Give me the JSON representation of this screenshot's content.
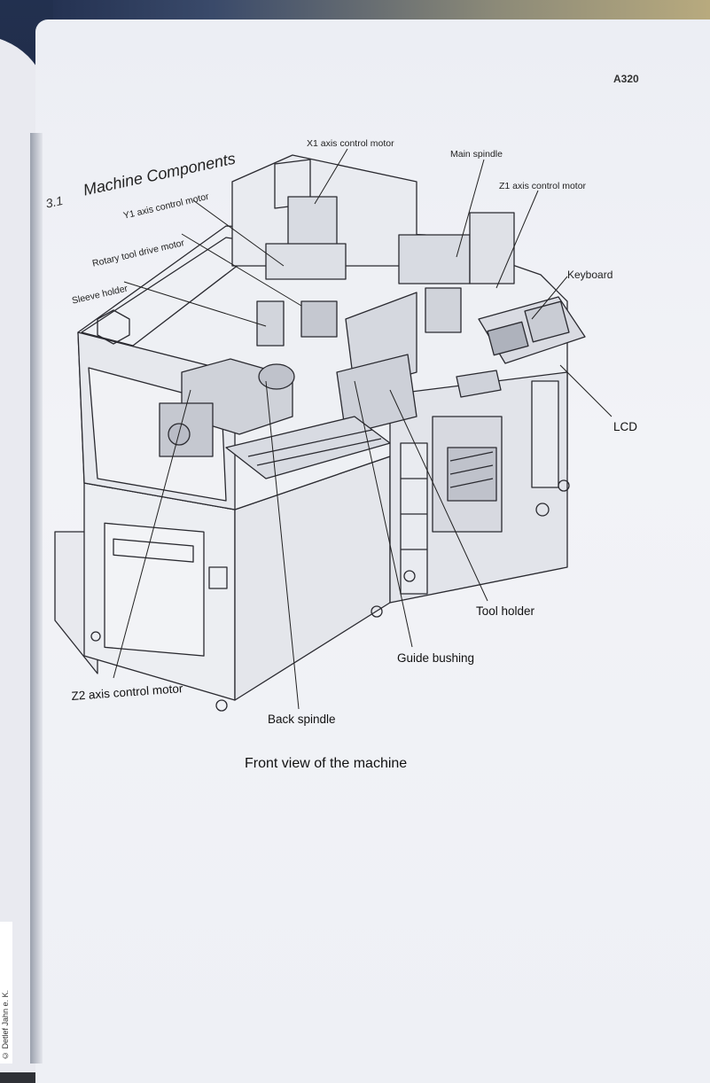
{
  "page": {
    "page_number": "A320",
    "section_number": "3.1",
    "section_title": "Machine Components",
    "caption": "Front view of the machine"
  },
  "labels": {
    "x1_axis_motor": "X1 axis control motor",
    "main_spindle": "Main spindle",
    "y1_axis_motor": "Y1 axis control motor",
    "z1_axis_motor": "Z1 axis control motor",
    "rotary_tool_motor": "Rotary tool drive motor",
    "keyboard": "Keyboard",
    "sleeve_holder": "Sleeve holder",
    "lcd": "LCD",
    "tool_holder": "Tool holder",
    "guide_bushing": "Guide bushing",
    "z2_axis_motor": "Z2 axis control motor",
    "back_spindle": "Back spindle"
  },
  "watermark": "© Detlef Jahn e. K."
}
